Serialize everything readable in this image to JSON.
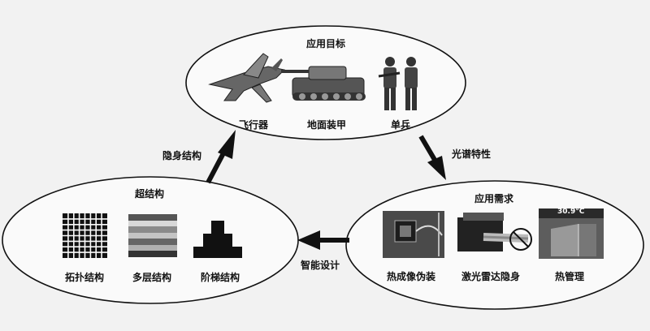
{
  "top": {
    "title": "应用目标",
    "items": [
      "飞行器",
      "地面装甲",
      "单兵"
    ]
  },
  "left": {
    "title": "超结构",
    "items": [
      "拓扑结构",
      "多层结构",
      "阶梯结构"
    ]
  },
  "right": {
    "title": "应用需求",
    "items": [
      "热成像伪装",
      "激光雷达隐身",
      "热管理"
    ],
    "thermal_readout": "30.9°C"
  },
  "arrows": {
    "left_to_top": "隐身结构",
    "top_to_right": "光谱特性",
    "right_to_left": "智能设计"
  }
}
